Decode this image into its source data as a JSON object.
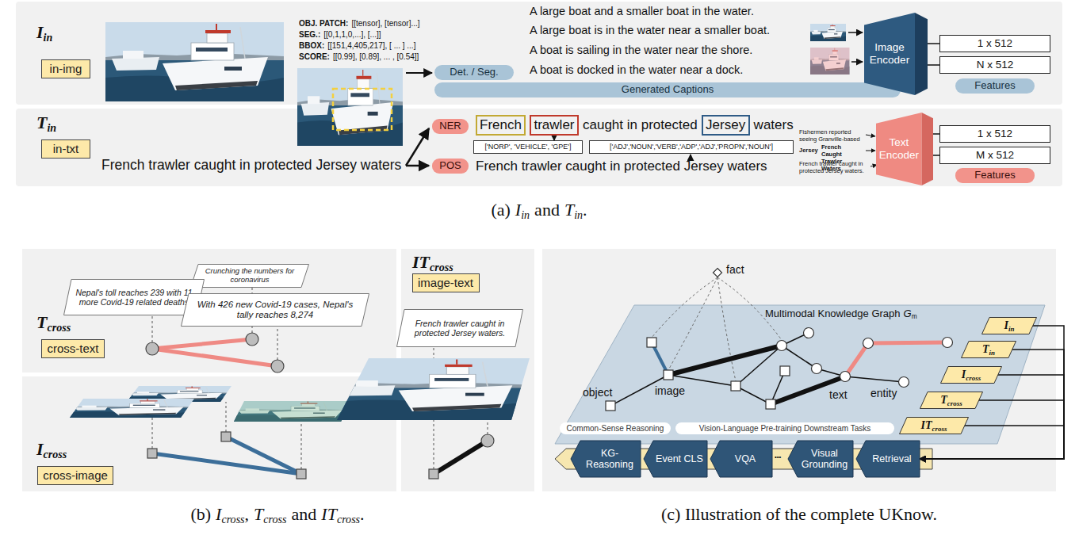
{
  "diagram": {
    "nodes": [
      {
        "text": [
          "in-img"
        ]
      },
      {
        "text": [
          "Det. / Seg."
        ]
      },
      {
        "text": [
          "Generated Captions"
        ]
      },
      {
        "text": [
          "Image Encoder"
        ]
      },
      {
        "text": [
          "1 x 512"
        ]
      },
      {
        "text": [
          "N x 512"
        ]
      },
      {
        "text": [
          "Features"
        ]
      },
      {
        "text": [
          "in-txt"
        ]
      },
      {
        "text": [
          "NER"
        ]
      },
      {
        "text": [
          "POS"
        ]
      },
      {
        "text": [
          "French"
        ]
      },
      {
        "text": [
          "trawler"
        ]
      },
      {
        "text": [
          "Jersey"
        ]
      },
      {
        "text": [
          "['NORP', 'VEHICLE', 'GPE']"
        ]
      },
      {
        "text": [
          "['ADJ','NOUN','VERB','ADP','ADJ','PROPN','NOUN']"
        ]
      },
      {
        "text": [
          "Text Encoder"
        ]
      },
      {
        "text": [
          "1 x 512"
        ]
      },
      {
        "text": [
          "M x 512"
        ]
      },
      {
        "text": [
          "Features"
        ]
      },
      {
        "text": [
          "cross-text"
        ]
      },
      {
        "text": [
          "Crunching the numbers for coronavirus"
        ]
      },
      {
        "text": [
          "Nepal's toll reaches 239 with 11 more Covid-19 related deaths"
        ]
      },
      {
        "text": [
          "With 426 new Covid-19 cases, Nepal's tally reaches 8,274"
        ]
      },
      {
        "text": [
          "cross-image"
        ]
      },
      {
        "text": [
          "image-text"
        ]
      },
      {
        "text": [
          "French trawler caught in protected Jersey waters."
        ]
      },
      {
        "text": [
          "fact"
        ]
      },
      {
        "text": [
          "Common-Sense Reasoning"
        ]
      },
      {
        "text": [
          "Vision-Language Pre-training Downstream Tasks"
        ]
      },
      {
        "text": [
          "KG-Reasoning"
        ]
      },
      {
        "text": [
          "Event CLS"
        ]
      },
      {
        "text": [
          "VQA"
        ]
      },
      {
        "text": [
          "Visual Grounding"
        ]
      },
      {
        "text": [
          "Retrieval"
        ]
      },
      {
        "text": [
          "I",
          "in"
        ]
      },
      {
        "text": [
          "T",
          "in"
        ]
      },
      {
        "text": [
          "I",
          "cross"
        ]
      },
      {
        "text": [
          "T",
          "cross"
        ]
      },
      {
        "text": [
          "IT",
          "cross"
        ]
      }
    ],
    "edges": [
      {
        "from": 3,
        "to": 4,
        "arrow": "none"
      },
      {
        "from": 3,
        "to": 5,
        "arrow": "none"
      },
      {
        "from": 15,
        "to": 16,
        "arrow": "none"
      },
      {
        "from": 15,
        "to": 17,
        "arrow": "none"
      },
      {
        "from": 11,
        "to": 13,
        "arrow": "to"
      },
      {
        "from": 34,
        "to": 33,
        "arrow": "to"
      },
      {
        "from": 35,
        "to": 33,
        "arrow": "to"
      },
      {
        "from": 36,
        "to": 33,
        "arrow": "to"
      },
      {
        "from": 37,
        "to": 33,
        "arrow": "to"
      },
      {
        "from": 38,
        "to": 33,
        "arrow": "to"
      }
    ],
    "labels": [
      "I",
      "in",
      "OBJ. PATCH:",
      "[[tensor], [tensor]...]",
      "SEG.:",
      "[[0,1,1,0,...], [...]]",
      "BBOX:",
      "[[151,4,405,217], [ ... ] ...]",
      "SCORE:",
      "[[0.99], [0.89], ... , [0.54]]",
      "A large boat and a smaller boat in the water.",
      "A large boat is in the water near a smaller boat.",
      "A boat is sailing in the water near the shore.",
      "A boat is docked in the water near a dock.",
      "T",
      "in",
      "French trawler caught in protected Jersey waters",
      "caught in protected",
      "waters",
      "French trawler caught in protected Jersey waters",
      "Fishermen reported seeing Granville-based",
      "Jersey",
      "French Caught Trawler Waters",
      "French trawler caught in protected Jersey waters.",
      "(a)",
      "I",
      "in",
      "and",
      "T",
      "in",
      ".",
      "T",
      "cross",
      "I",
      "cross",
      "IT",
      "cross",
      "(b)",
      "I",
      "cross",
      ",",
      "T",
      "cross",
      "and",
      "IT",
      "cross",
      ".",
      "Multimodal Knowledge Graph",
      "G",
      "m",
      "object",
      "image",
      "text",
      "entity",
      "•••",
      "(c) Illustration of the complete UKnow."
    ]
  }
}
